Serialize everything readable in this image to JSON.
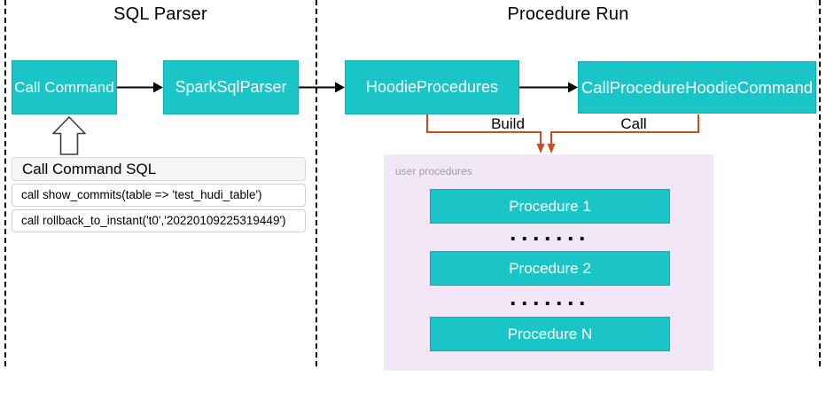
{
  "sections": {
    "sql_parser": {
      "title": "SQL Parser"
    },
    "procedure_run": {
      "title": "Procedure Run"
    }
  },
  "nodes": {
    "call_command": {
      "label": "Call Command"
    },
    "spark_sql_parser": {
      "label": "SparkSqlParser"
    },
    "hoodie_procedures": {
      "label": "HoodieProcedures"
    },
    "call_procedure_hoodie_command": {
      "label": "CallProcedureHoodieCommand"
    }
  },
  "edges": {
    "build": {
      "label": "Build"
    },
    "call": {
      "label": "Call"
    }
  },
  "sql_table": {
    "header": "Call Command SQL",
    "rows": [
      "call show_commits(table => 'test_hudi_table')",
      "call rollback_to_instant('t0','20220109225319449')"
    ]
  },
  "user_procedures": {
    "label": "user procedures",
    "items": [
      "Procedure 1",
      "Procedure 2",
      "Procedure N"
    ],
    "ellipsis": "·······"
  },
  "colors": {
    "node_fill": "#1AC5C7",
    "node_border": "#10AEB0",
    "panel_fill": "#F2E7F7",
    "connector_orange": "#CE4A21",
    "table_header_fill": "#F5F5F5",
    "table_border": "#D0D0D0"
  }
}
